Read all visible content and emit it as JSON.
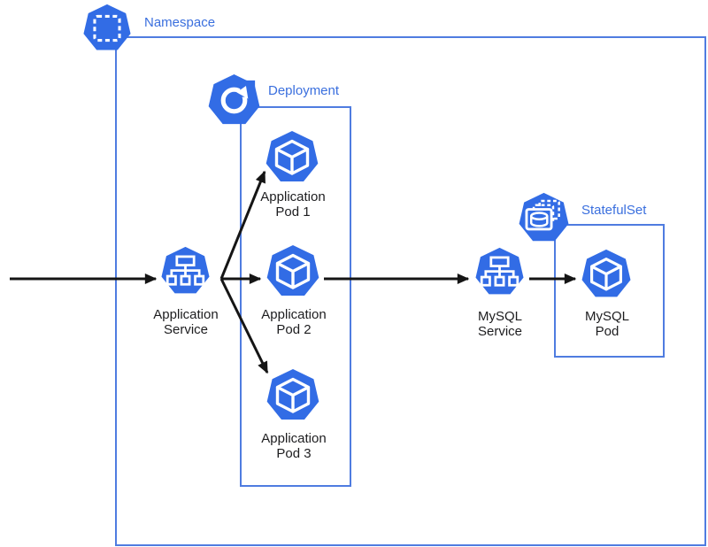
{
  "containers": {
    "namespace": {
      "label": "Namespace"
    },
    "deployment": {
      "label": "Deployment"
    },
    "statefulset": {
      "label": "StatefulSet"
    }
  },
  "nodes": {
    "app_service": {
      "line1": "Application",
      "line2": "Service"
    },
    "app_pod1": {
      "line1": "Application",
      "line2": "Pod 1"
    },
    "app_pod2": {
      "line1": "Application",
      "line2": "Pod 2"
    },
    "app_pod3": {
      "line1": "Application",
      "line2": "Pod 3"
    },
    "mysql_service": {
      "line1": "MySQL",
      "line2": "Service"
    },
    "mysql_pod": {
      "line1": "MySQL",
      "line2": "Pod"
    }
  },
  "icons": {
    "namespace": "namespace-icon (heptagon with dashed square)",
    "deployment": "deployment-icon (heptagon with circular arrow)",
    "statefulset": "statefulset-icon (heptagon with database cylinder and stacked dashed frames)",
    "service": "service-icon (heptagon with network tree)",
    "pod": "pod-icon (heptagon with cube)"
  },
  "colors": {
    "kubernetes_blue": "#326CE5",
    "container_border": "#4F7CE0",
    "container_label": "#3A6FDE",
    "node_label": "#1D1D1F",
    "arrow": "#151515",
    "background": "#FFFFFF"
  }
}
